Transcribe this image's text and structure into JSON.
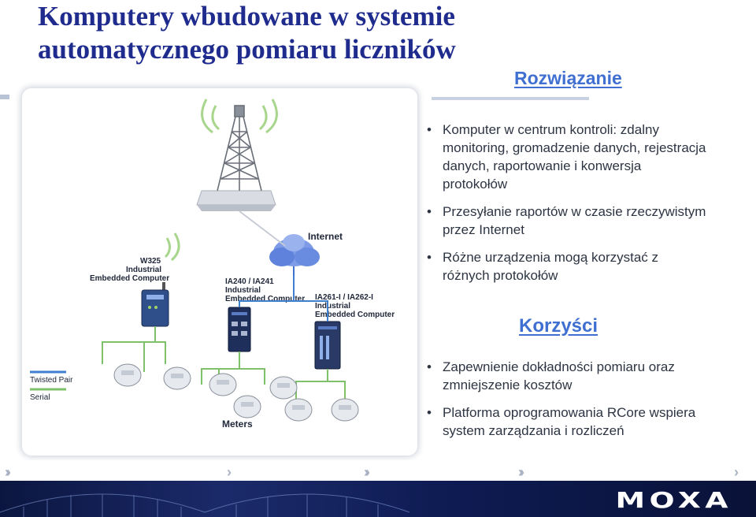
{
  "slide": {
    "title_line1": "Komputery wbudowane w systemie",
    "title_line2": "automatycznego pomiaru liczników"
  },
  "diagram": {
    "internet_label": "Internet",
    "w325_label": [
      "W325",
      "Industrial",
      "Embedded Computer"
    ],
    "ia240_label": [
      "IA240 / IA241",
      "Industrial",
      "Embedded Computer"
    ],
    "ia261_label": [
      "IA261-I / IA262-I",
      "Industrial",
      "Embedded Computer"
    ],
    "meters_label": "Meters",
    "legend": [
      {
        "label": "Twisted Pair",
        "color": "#3f7fd0"
      },
      {
        "label": "Serial",
        "color": "#7fc06a"
      }
    ]
  },
  "solution": {
    "heading": "Rozwiązanie",
    "items": [
      "Komputer w centrum kontroli: zdalny monitoring, gromadzenie danych, rejestracja danych, raportowanie i konwersja protokołów",
      "Przesyłanie raportów w czasie rzeczywistym przez Internet",
      "Różne urządzenia mogą korzystać z różnych protokołów"
    ]
  },
  "benefits": {
    "heading": "Korzyści",
    "items": [
      "Zapewnienie dokładności pomiaru oraz zmniejszenie kosztów",
      "Platforma oprogramowania RCore wspiera system zarządzania i rozliczeń"
    ]
  },
  "footer": {
    "logo": "MOXA"
  },
  "colors": {
    "title": "#1f2c8e",
    "heading": "#3f6fd0",
    "twisted_pair": "#3f7fd0",
    "serial": "#7fc06a",
    "footer": "#0e1b52"
  }
}
